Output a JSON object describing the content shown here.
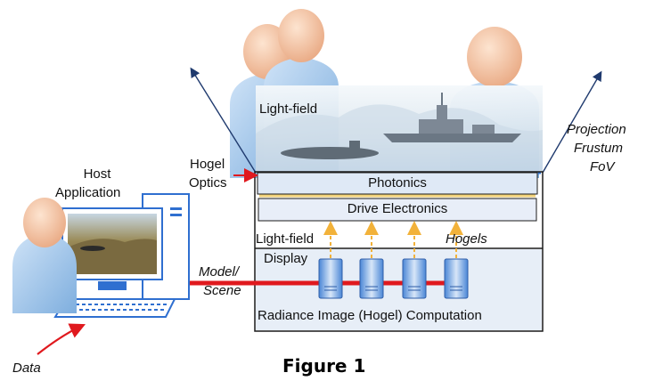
{
  "labels": {
    "host_app_line1": "Host",
    "host_app_line2": "Application",
    "data": "Data",
    "model_scene_line1": "Model/",
    "model_scene_line2": "Scene",
    "hogel_optics_line1": "Hogel",
    "hogel_optics_line2": "Optics",
    "light_field_top": "Light-field",
    "photonics": "Photonics",
    "drive_electronics": "Drive Electronics",
    "lfd_line1": "Light-field",
    "lfd_line2": "Display",
    "hogels": "Hogels",
    "radiance_computation": "Radiance Image (Hogel) Computation",
    "projection_line1": "Projection",
    "projection_line2": "Frustum",
    "projection_line3": "FoV"
  },
  "caption": "Figure 1",
  "colors": {
    "person_head": "#f6c9a6",
    "person_body": "#a9cdef",
    "red_link": "#e0191e",
    "arrow_yellow": "#f2b23a",
    "frustum_arrow": "#1f3a6e",
    "photonics_fill": "#dfe9f6",
    "drive_fill": "#e8eef8",
    "computer_blue": "#2f6fd0"
  }
}
